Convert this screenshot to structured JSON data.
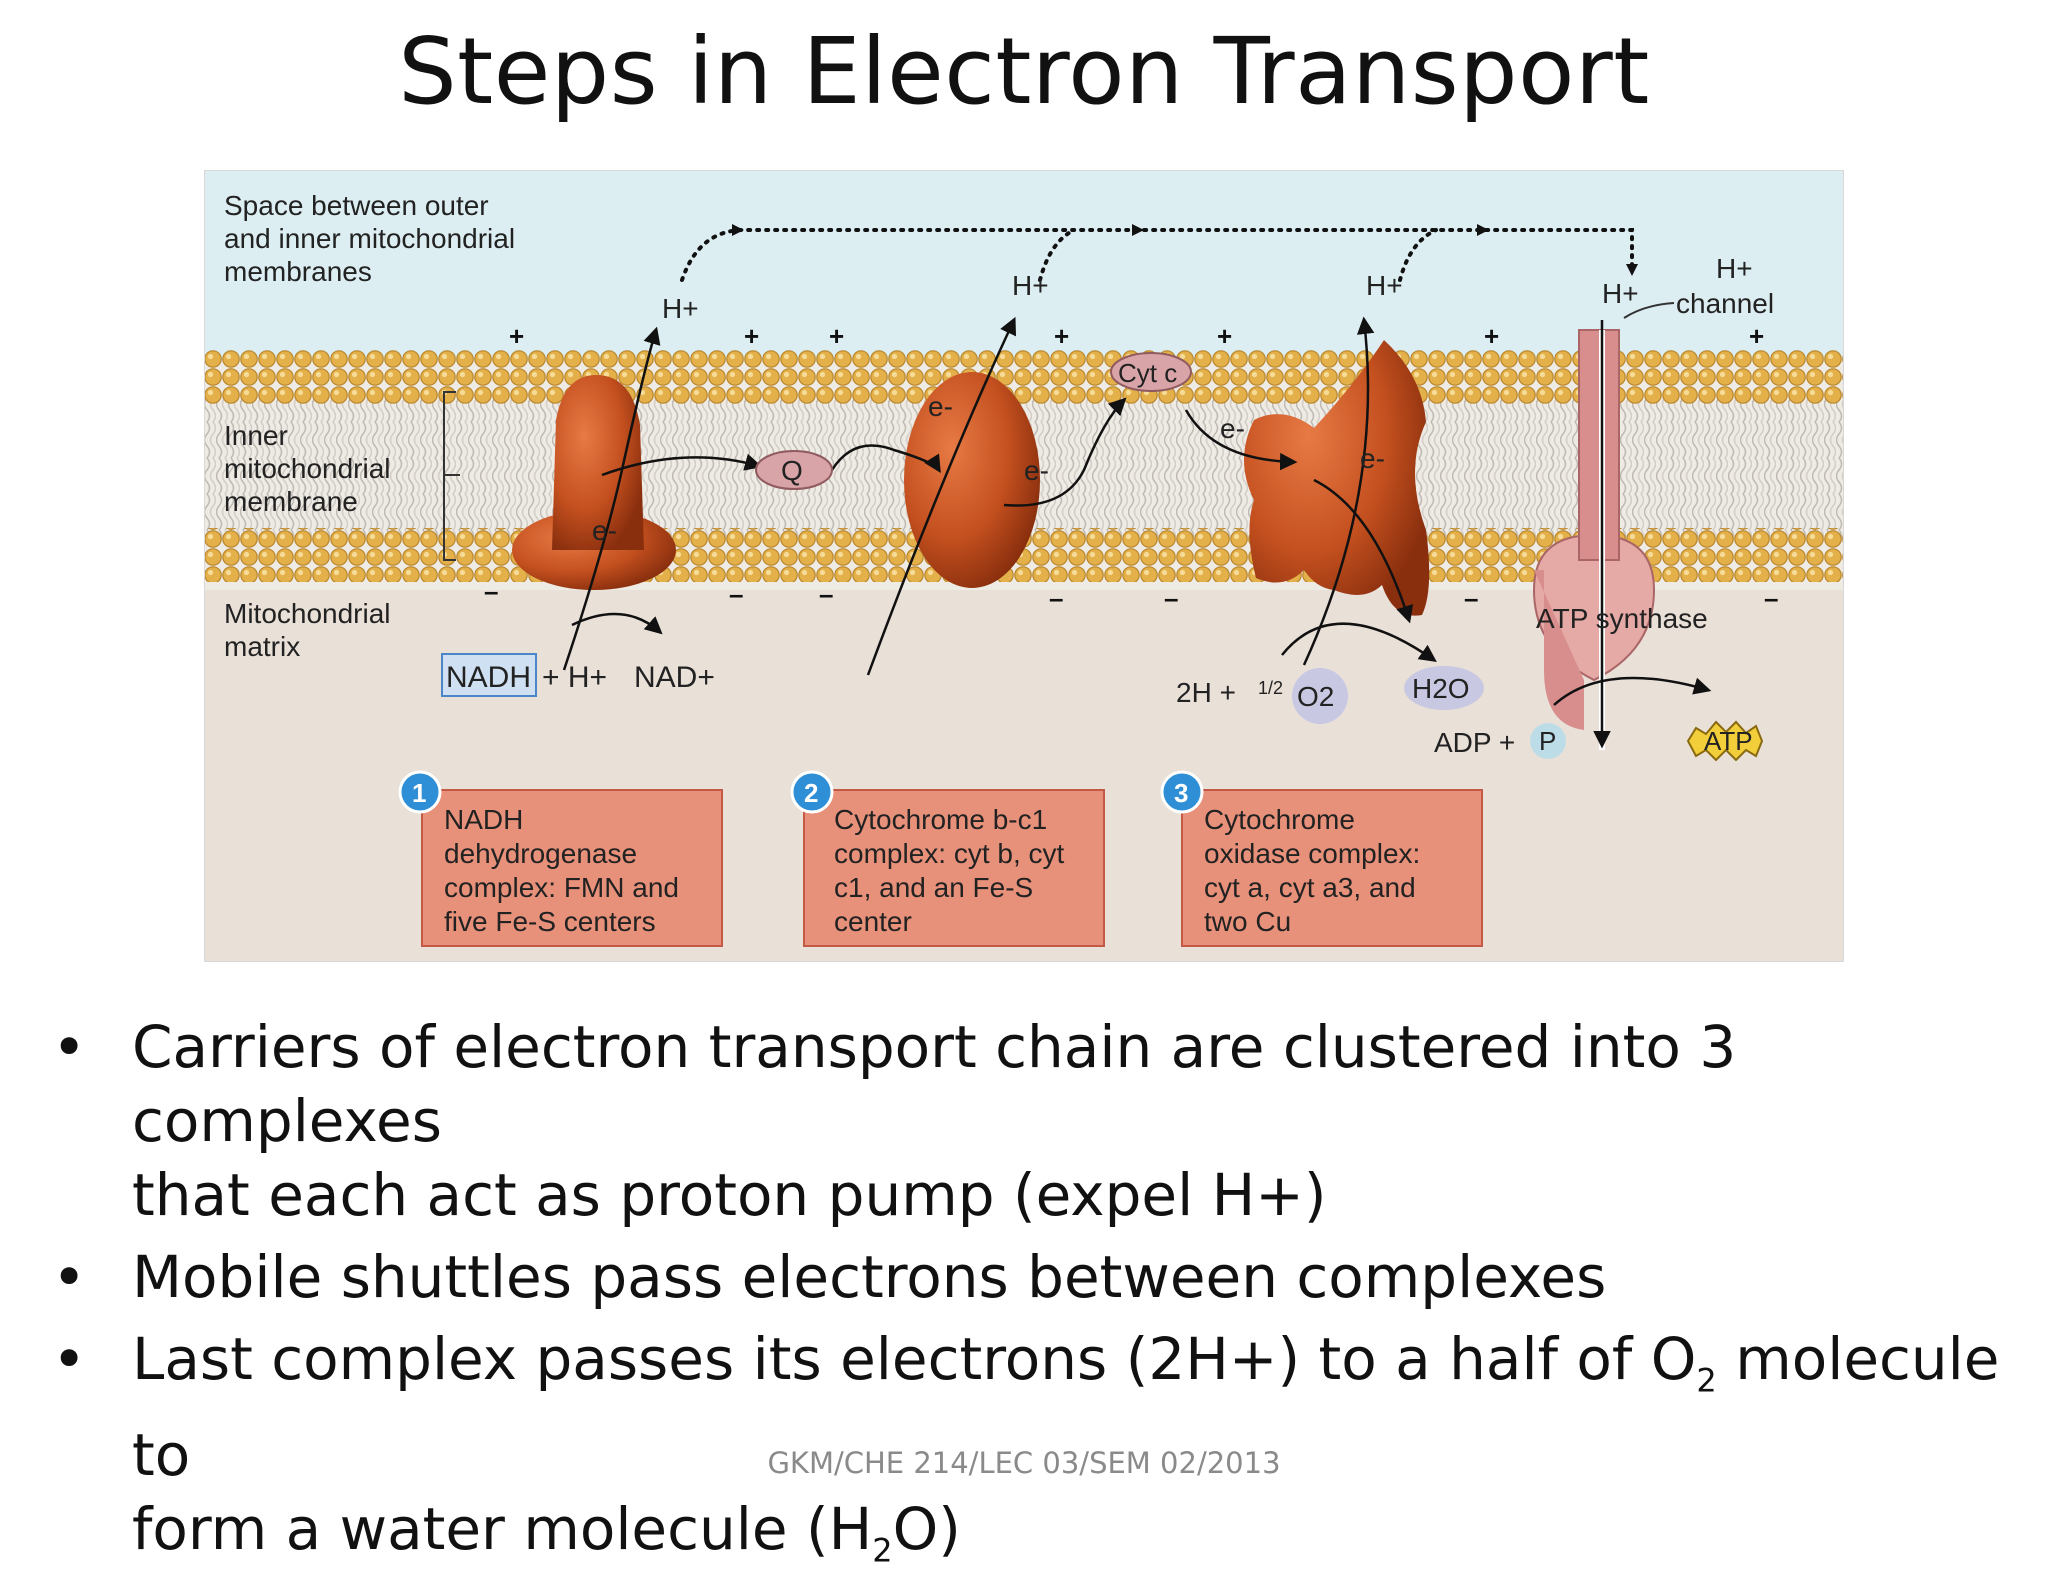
{
  "title": "Steps in Electron Transport",
  "figure": {
    "region_labels": {
      "intermembrane": [
        "Space between outer",
        "and inner mitochondrial",
        "membranes"
      ],
      "inner_membrane": [
        "Inner",
        "mitochondrial",
        "membrane"
      ],
      "matrix": [
        "Mitochondrial",
        "matrix"
      ]
    },
    "proton": "H+",
    "h_channel": "channel",
    "electron": "e-",
    "q_label": "Q",
    "cytc_label": "Cyt c",
    "nadh": "NADH",
    "h_plus_text": "+ H+",
    "nad_plus": "NAD+",
    "two_h": "2H +",
    "half": "1/2",
    "o2": "O2",
    "h2o": "H2O",
    "adp": "ADP +",
    "p": "P",
    "atp": "ATP",
    "atp_synthase": "ATP synthase",
    "complexes": [
      {
        "number": "1",
        "lines": [
          "NADH",
          "dehydrogenase",
          "complex: FMN and",
          "five Fe-S centers"
        ]
      },
      {
        "number": "2",
        "lines": [
          "Cytochrome b-c1",
          "complex: cyt b, cyt",
          "c1, and an Fe-S",
          "center"
        ]
      },
      {
        "number": "3",
        "lines": [
          "Cytochrome",
          "oxidase complex:",
          "cyt a, cyt a3, and",
          "two Cu"
        ]
      }
    ],
    "colors": {
      "intermembrane_bg": "#ddeef2",
      "matrix_bg": "#e9e0d8",
      "lipid_head": "#e3b04a",
      "protein": "#c4501f",
      "box_fill": "#e8917a",
      "badge": "#2f8fd6"
    }
  },
  "bullets": [
    [
      "Carriers of electron transport chain are clustered into 3 complexes",
      "that each act as proton pump (expel H+)"
    ],
    [
      "Mobile shuttles pass electrons between complexes"
    ],
    [
      "Last complex passes its electrons (2H+) to a half of O",
      "2",
      " molecule to",
      "form a water molecule (H",
      "2",
      "O)"
    ]
  ],
  "footer": "GKM/CHE 214/LEC 03/SEM 02/2013"
}
